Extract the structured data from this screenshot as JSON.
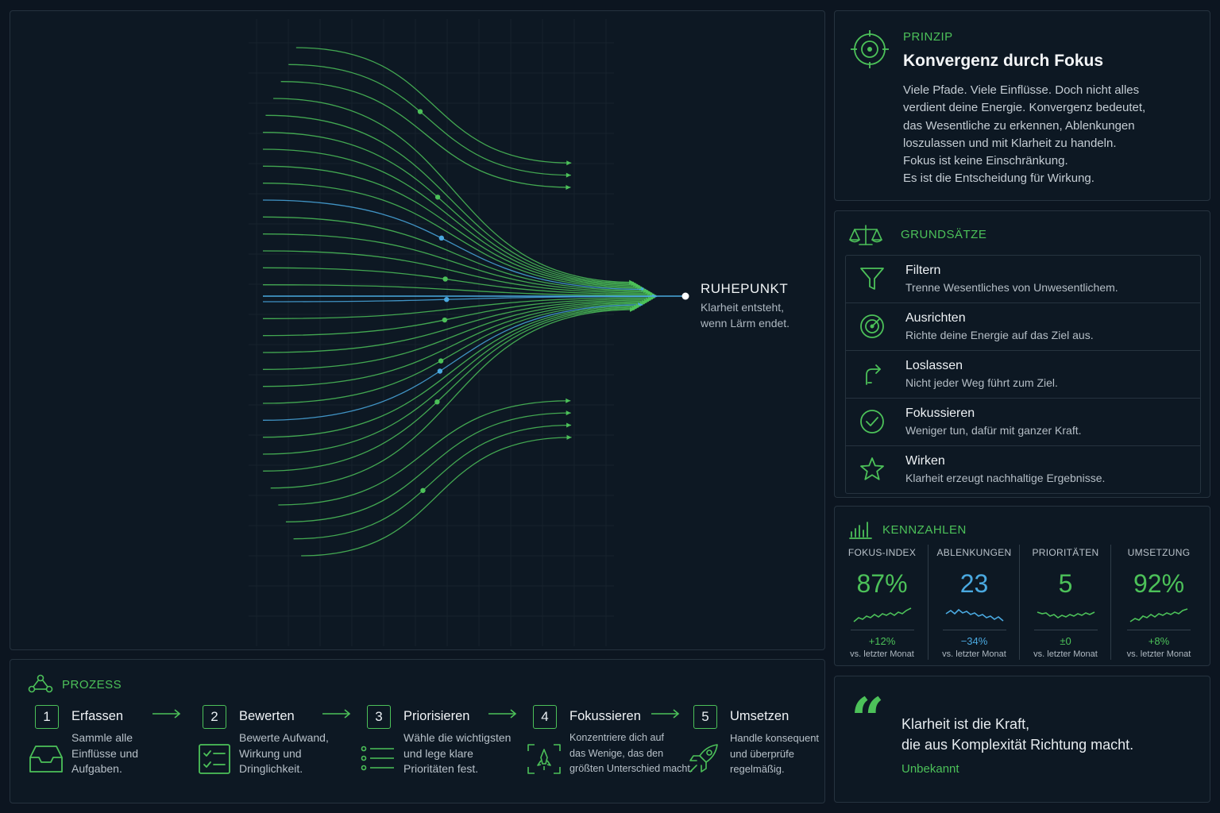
{
  "visualization": {
    "rest_point": {
      "title": "RUHEPUNKT",
      "subtitle_lines": [
        "Klarheit entsteht,",
        "wenn Lärm endet."
      ]
    }
  },
  "principle": {
    "label": "PRINZIP",
    "title": "Konvergenz durch Fokus",
    "lines": [
      "Viele Pfade. Viele Einflüsse. Doch nicht alles",
      "verdient deine Energie. Konvergenz bedeutet,",
      "das Wesentliche zu erkennen, Ablenkungen",
      "loszulassen und mit Klarheit zu handeln.",
      "Fokus ist keine Einschränkung.",
      "Es ist die Entscheidung für Wirkung."
    ]
  },
  "principles": {
    "label": "GRUNDSÄTZE",
    "items": [
      {
        "title": "Filtern",
        "desc": "Trenne Wesentliches von Unwesentlichem.",
        "icon": "filter-icon"
      },
      {
        "title": "Ausrichten",
        "desc": "Richte deine Energie auf das Ziel aus.",
        "icon": "target-icon"
      },
      {
        "title": "Loslassen",
        "desc": "Nicht jeder Weg führt zum Ziel.",
        "icon": "turn-arrow-icon"
      },
      {
        "title": "Fokussieren",
        "desc": "Weniger tun, dafür mit ganzer Kraft.",
        "icon": "check-circle-icon"
      },
      {
        "title": "Wirken",
        "desc": "Klarheit erzeugt nachhaltige Ergebnisse.",
        "icon": "star-icon"
      }
    ]
  },
  "metrics": {
    "label": "KENNZAHLEN",
    "items": [
      {
        "label": "FOKUS-INDEX",
        "value": "87%",
        "delta": "+12%",
        "ref": "vs. letzter Monat",
        "color": "#4cc159"
      },
      {
        "label": "ABLENKUNGEN",
        "value": "23",
        "delta": "−34%",
        "ref": "vs. letzter Monat",
        "color": "#4aa9e0"
      },
      {
        "label": "PRIORITÄTEN",
        "value": "5",
        "delta": "±0",
        "ref": "vs. letzter Monat",
        "color": "#4cc159"
      },
      {
        "label": "UMSETZUNG",
        "value": "92%",
        "delta": "+8%",
        "ref": "vs. letzter Monat",
        "color": "#4cc159"
      }
    ]
  },
  "process": {
    "label": "PROZESS",
    "steps": [
      {
        "num": "1",
        "title": "Erfassen",
        "lines": [
          "Sammle alle",
          "Einflüsse und",
          "Aufgaben."
        ],
        "icon": "inbox-tray-icon"
      },
      {
        "num": "2",
        "title": "Bewerten",
        "lines": [
          "Bewerte Aufwand,",
          "Wirkung und",
          "Dringlichkeit."
        ],
        "icon": "checklist-icon"
      },
      {
        "num": "3",
        "title": "Priorisieren",
        "lines": [
          "Wähle die wichtigsten",
          "und lege klare",
          "Prioritäten fest."
        ],
        "icon": "list-icon"
      },
      {
        "num": "4",
        "title": "Fokussieren",
        "lines": [
          "Konzentriere dich auf",
          "das Wenige, das den",
          "größten Unterschied macht."
        ],
        "icon": "focus-frame-icon"
      },
      {
        "num": "5",
        "title": "Umsetzen",
        "lines": [
          "Handle konsequent",
          "und überprüfe",
          "regelmäßig."
        ],
        "icon": "rocket-icon"
      }
    ]
  },
  "quote": {
    "lines": [
      "Klarheit ist die Kraft,",
      "die aus Komplexität Richtung macht."
    ],
    "author": "Unbekannt"
  },
  "colors": {
    "accent_green": "#4cc159",
    "accent_blue": "#4aa9e0",
    "background": "#0c1520",
    "panel": "#0d1823",
    "border": "#26333f"
  }
}
